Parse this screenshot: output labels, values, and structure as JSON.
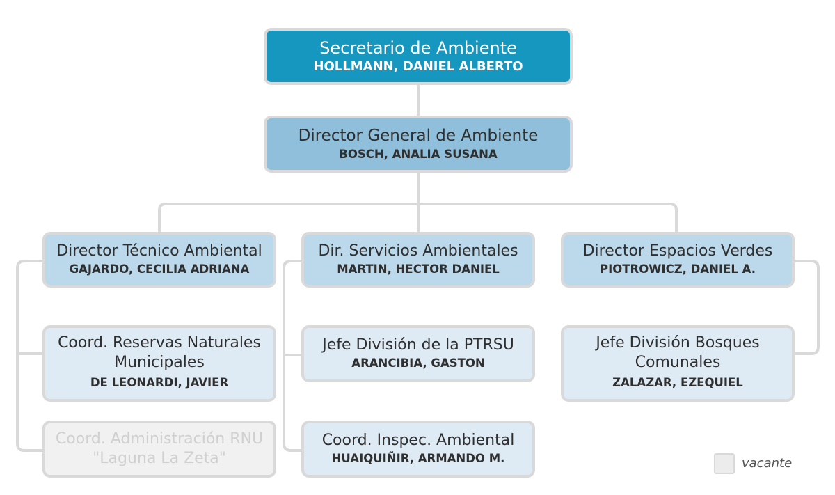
{
  "org": {
    "secretario": {
      "title": "Secretario de Ambiente",
      "name": "HOLLMANN, DANIEL ALBERTO"
    },
    "director_general": {
      "title": "Director General de Ambiente",
      "name": "BOSCH, ANALIA SUSANA"
    },
    "tecnico": {
      "title": "Director Técnico Ambiental",
      "name": "GAJARDO, CECILIA ADRIANA"
    },
    "servicios": {
      "title": "Dir. Servicios Ambientales",
      "name": "MARTIN, HECTOR DANIEL"
    },
    "verdes": {
      "title": "Director Espacios Verdes",
      "name": "PIOTROWICZ, DANIEL A."
    },
    "reservas": {
      "title_line1": "Coord. Reservas Naturales",
      "title_line2": "Municipales",
      "name": "DE LEONARDI, JAVIER"
    },
    "rnu": {
      "title_line1": "Coord. Administración RNU",
      "title_line2": "\"Laguna La Zeta\""
    },
    "ptrsu": {
      "title": "Jefe División de la PTRSU",
      "name": "ARANCIBIA, GASTON"
    },
    "inspec": {
      "title": "Coord. Inspec. Ambiental",
      "name": "HUAIQUIÑIR, ARMANDO M."
    },
    "bosques": {
      "title_line1": "Jefe División Bosques",
      "title_line2": "Comunales",
      "name": "ZALAZAR, EZEQUIEL"
    }
  },
  "legend": {
    "label": "vacante"
  },
  "colors": {
    "level0": "#1597bf",
    "level1": "#8fbfda",
    "level2": "#bcd9ec",
    "level3": "#deebf5",
    "vacant": "#f1f1f1",
    "connector": "#d9d9d9"
  }
}
